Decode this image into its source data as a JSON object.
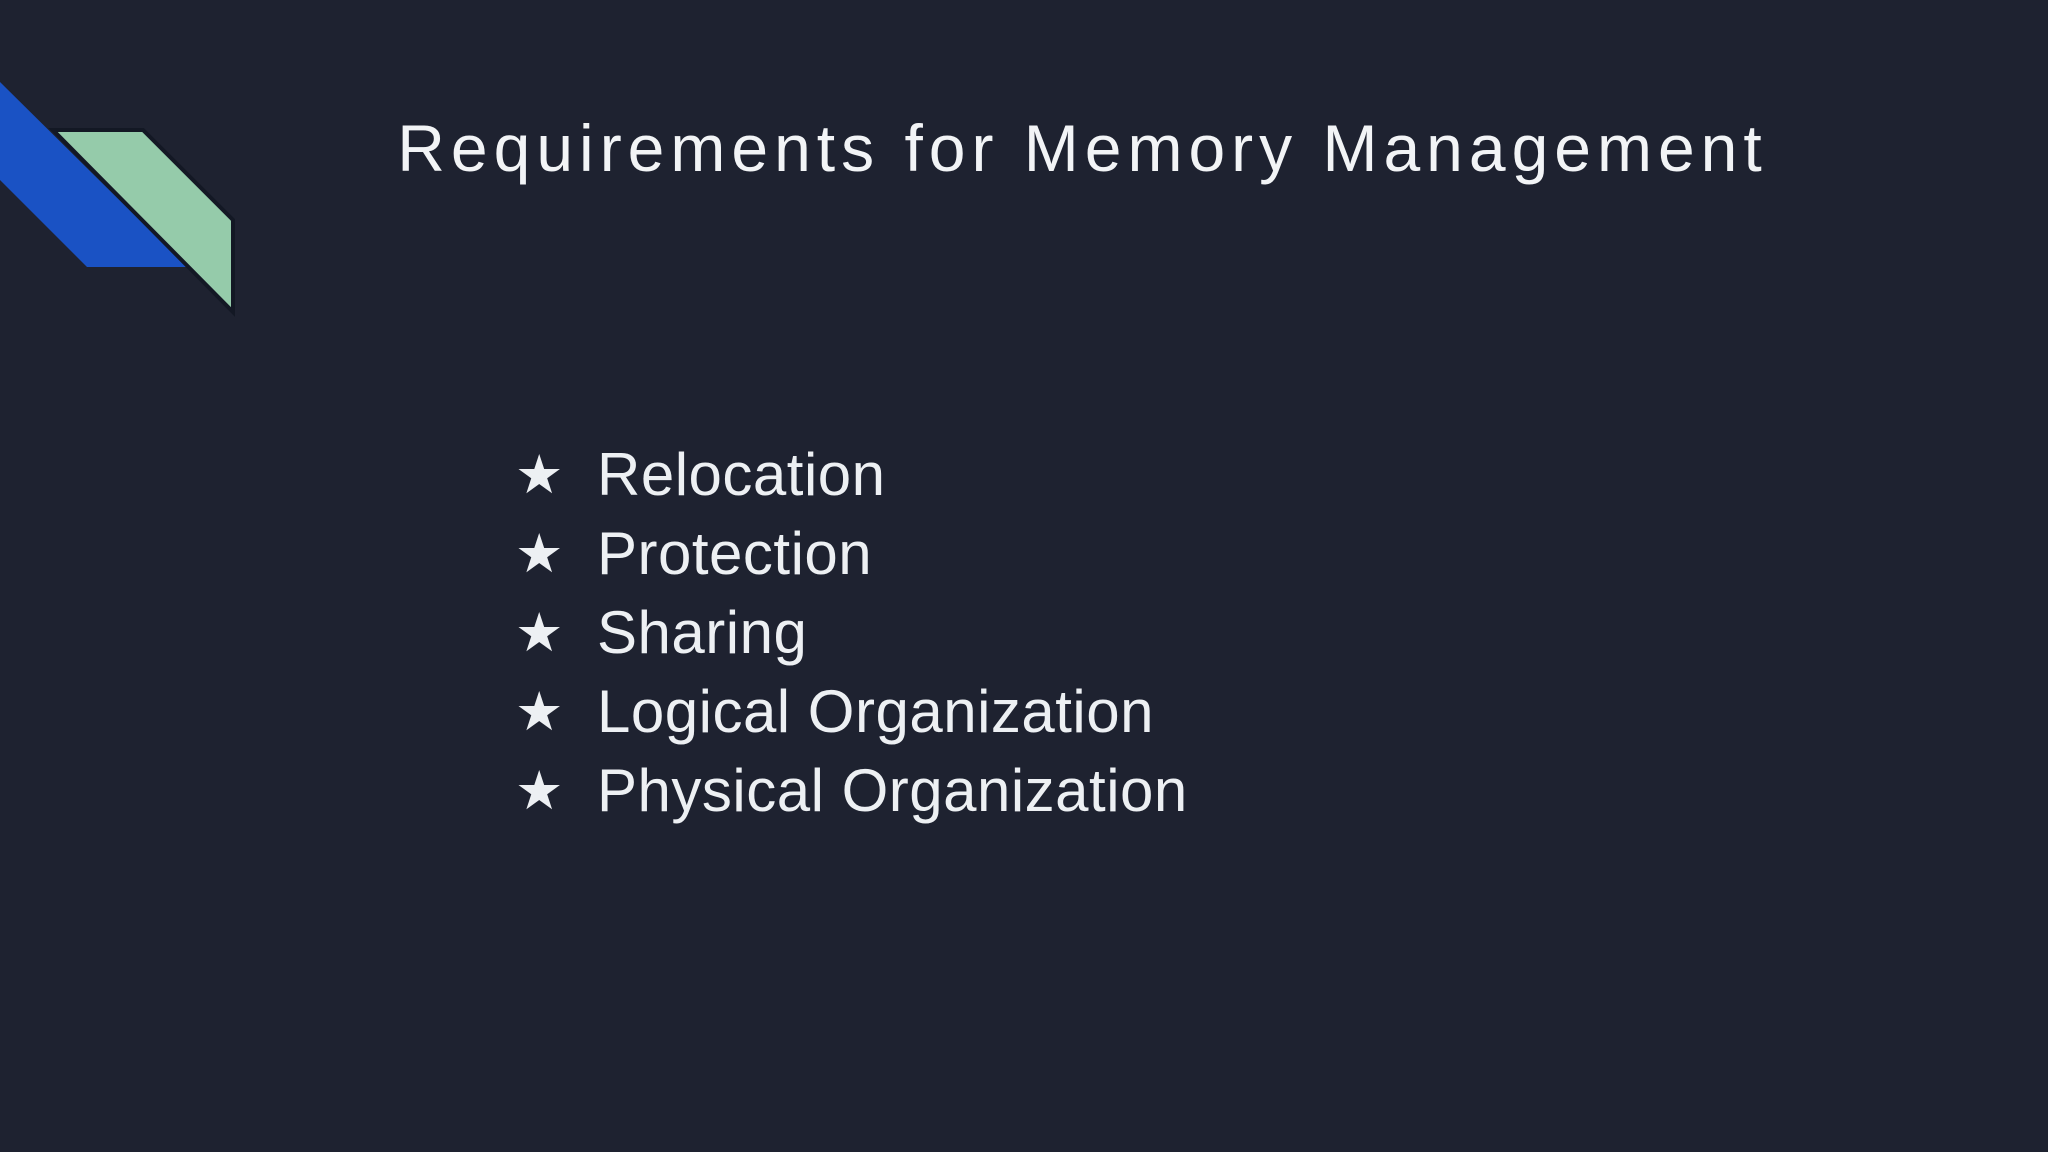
{
  "slide": {
    "title": "Requirements for Memory Management",
    "bullet_glyph": "★",
    "bullets": [
      {
        "label": "Relocation"
      },
      {
        "label": "Protection"
      },
      {
        "label": "Sharing"
      },
      {
        "label": "Logical Organization"
      },
      {
        "label": "Physical Organization"
      }
    ],
    "colors": {
      "background": "#1e2230",
      "ribbon_blue": "#1a52c4",
      "ribbon_green": "#95cbaa",
      "ribbon_shadow": "#131824",
      "title_text": "#f2f4f6",
      "body_text": "#edf0f3"
    }
  }
}
